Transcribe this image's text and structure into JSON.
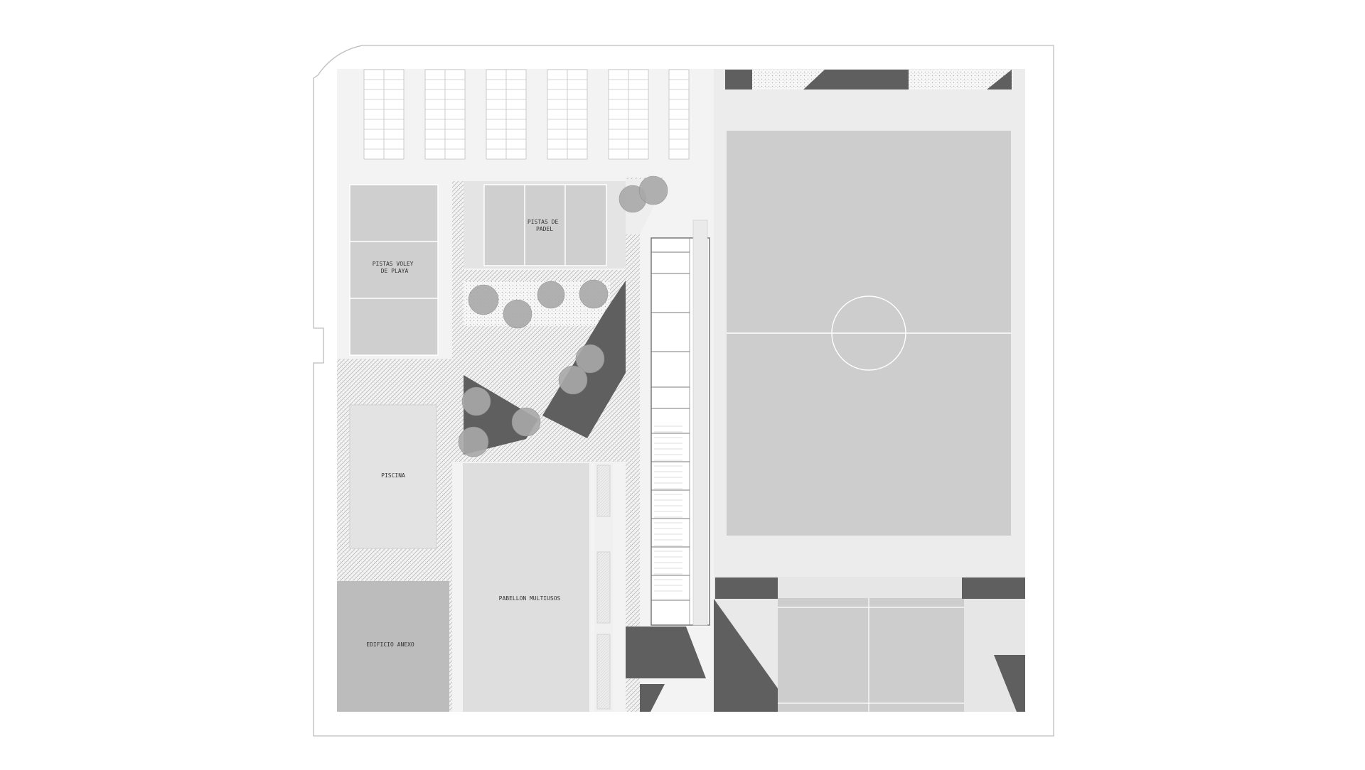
{
  "plan": {
    "labels": {
      "padel_line1": "PISTAS DE",
      "padel_line2": "PADEL",
      "volley_line1": "PISTAS VOLEY",
      "volley_line2": "DE PLAYA",
      "piscina": "PISCINA",
      "pabellon": "PABELLON MULTIUSOS",
      "anexo": "EDIFICIO ANEXO"
    },
    "colors": {
      "background": "#ffffff",
      "outline": "#bdbdbd",
      "dark_paving": "#5f5f5f",
      "court_gray": "#cdcdcd",
      "light_gray": "#e6e6e6",
      "building_gray": "#bcbcbc",
      "hatch": "#c4c4c4",
      "tree": "#a9a9a9"
    }
  }
}
